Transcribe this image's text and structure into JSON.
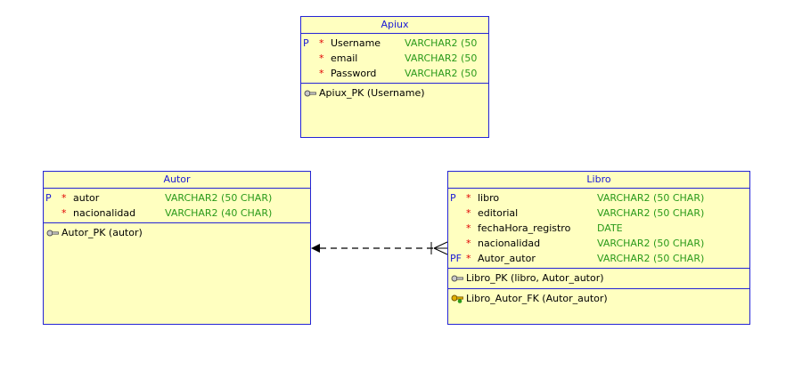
{
  "entities": {
    "apiux": {
      "title": "Apiux",
      "columns": [
        {
          "pk": "P",
          "req": "*",
          "name": "Username",
          "type": "VARCHAR2 (50"
        },
        {
          "pk": "",
          "req": "*",
          "name": "email",
          "type": "VARCHAR2 (50"
        },
        {
          "pk": "",
          "req": "*",
          "name": "Password",
          "type": "VARCHAR2 (50"
        }
      ],
      "keys": [
        {
          "icon": "pk-key-icon",
          "label": "Apiux_PK (Username)"
        }
      ]
    },
    "autor": {
      "title": "Autor",
      "columns": [
        {
          "pk": "P",
          "req": "*",
          "name": "autor",
          "type": "VARCHAR2 (50 CHAR)"
        },
        {
          "pk": "",
          "req": "*",
          "name": "nacionalidad",
          "type": "VARCHAR2 (40 CHAR)"
        }
      ],
      "keys": [
        {
          "icon": "pk-key-icon",
          "label": "Autor_PK (autor)"
        }
      ]
    },
    "libro": {
      "title": "Libro",
      "columns": [
        {
          "pk": "P",
          "req": "*",
          "name": "libro",
          "type": "VARCHAR2 (50 CHAR)"
        },
        {
          "pk": "",
          "req": "*",
          "name": "editorial",
          "type": "VARCHAR2 (50 CHAR)"
        },
        {
          "pk": "",
          "req": "*",
          "name": "fechaHora_registro",
          "type": "DATE"
        },
        {
          "pk": "",
          "req": "*",
          "name": "nacionalidad",
          "type": "VARCHAR2 (50 CHAR)"
        },
        {
          "pk": "PF",
          "req": "*",
          "name": "Autor_autor",
          "type": "VARCHAR2 (50 CHAR)"
        }
      ],
      "keys": [
        {
          "icon": "pk-key-icon",
          "label": "Libro_PK (libro, Autor_autor)"
        },
        {
          "icon": "fk-key-icon",
          "label": "Libro_Autor_FK (Autor_autor)"
        }
      ]
    }
  },
  "colors": {
    "entity_fill": "#ffffc0",
    "border": "#2424d6",
    "title_text": "#1a1ad6",
    "type_text": "#2a9a1a",
    "required_star": "#e00000"
  }
}
